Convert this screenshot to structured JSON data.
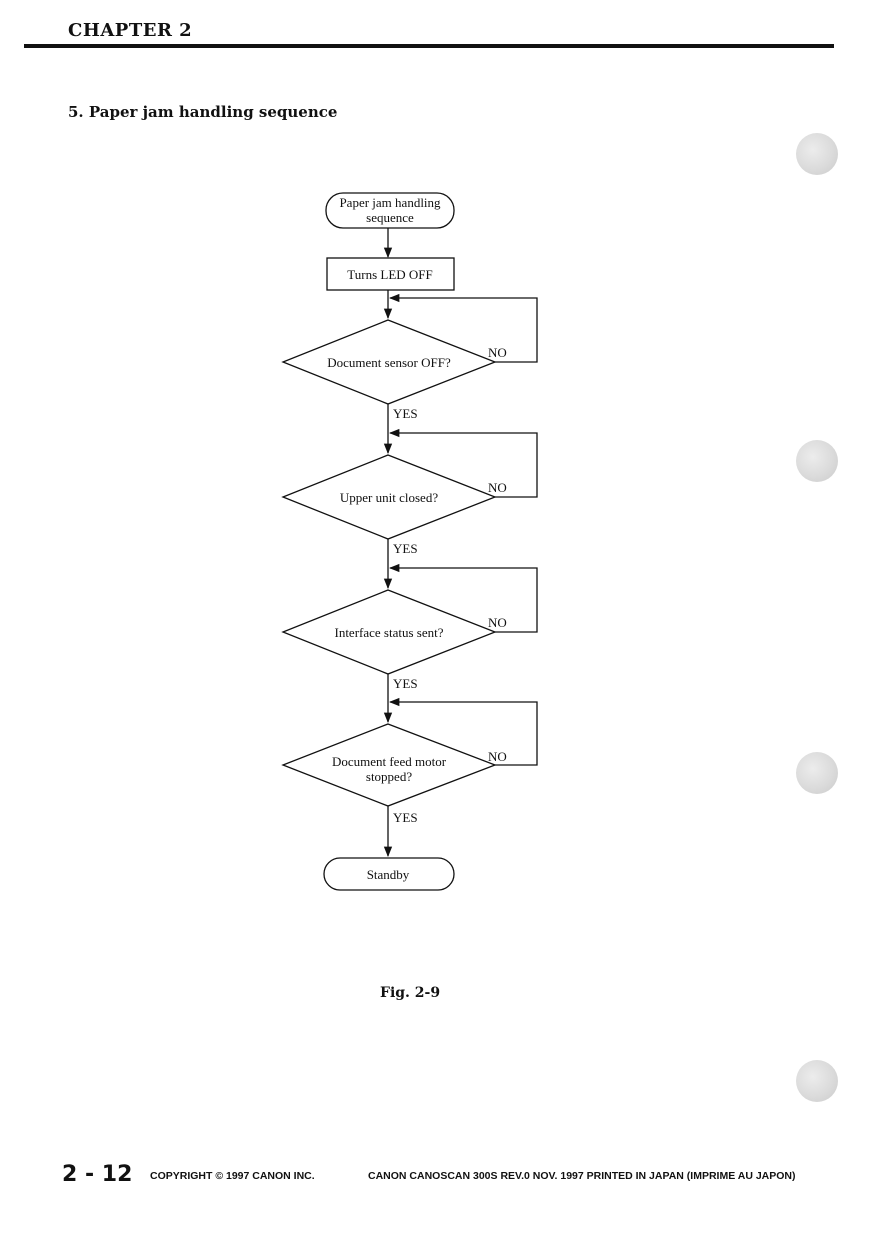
{
  "header": {
    "chapter": "CHAPTER 2"
  },
  "section": {
    "title": "5. Paper jam handling sequence"
  },
  "flowchart": {
    "start_line1": "Paper jam handling",
    "start_line2": "sequence",
    "process_led": "Turns LED OFF",
    "decision1": "Document sensor OFF?",
    "decision2": "Upper unit closed?",
    "decision3": "Interface status sent?",
    "decision4_line1": "Document feed motor",
    "decision4_line2": "stopped?",
    "yes_label": "YES",
    "no_label": "NO",
    "end": "Standby"
  },
  "figure": {
    "caption": "Fig. 2-9"
  },
  "footer": {
    "page_number": "2 - 12",
    "copyright": "COPYRIGHT © 1997 CANON INC.",
    "print_info": "CANON CANOSCAN 300S REV.0 NOV. 1997 PRINTED IN JAPAN (IMPRIME AU JAPON)"
  }
}
